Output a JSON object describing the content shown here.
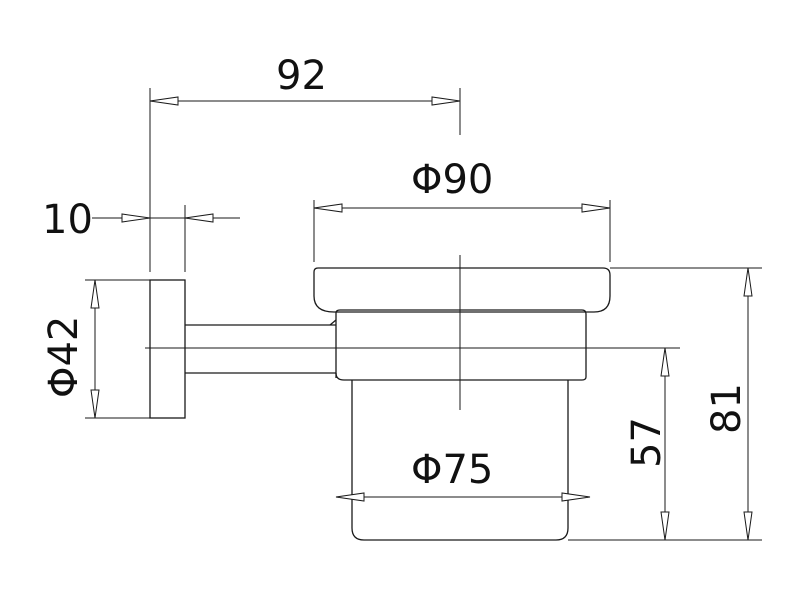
{
  "dimensions": {
    "projection": "92",
    "plate_thickness": "10",
    "plate_diameter": "Φ42",
    "rim_diameter": "Φ90",
    "cup_diameter": "Φ75",
    "center_to_bottom": "57",
    "overall_height": "81"
  }
}
